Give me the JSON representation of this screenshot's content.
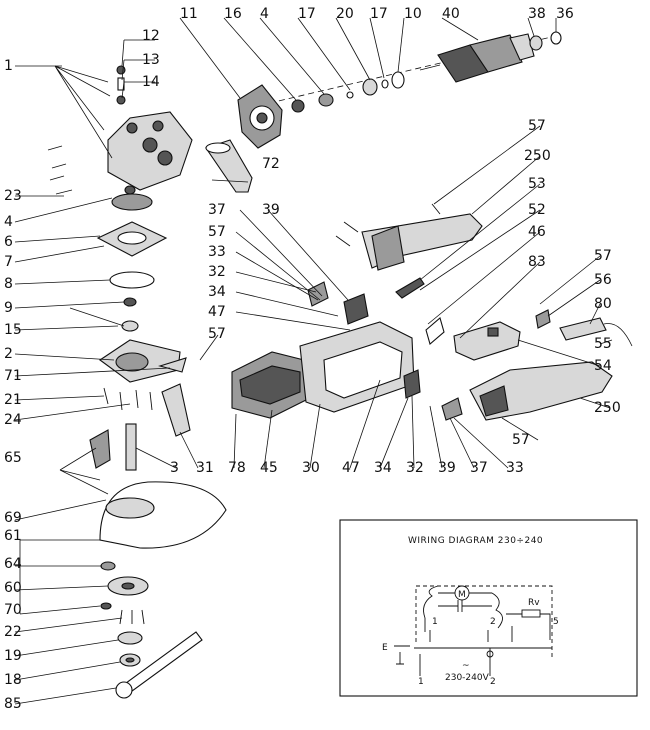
{
  "callouts": [
    {
      "id": "c-11",
      "text": "11"
    },
    {
      "id": "c-16",
      "text": "16"
    },
    {
      "id": "c-4-top",
      "text": "4"
    },
    {
      "id": "c-17a",
      "text": "17"
    },
    {
      "id": "c-20",
      "text": "20"
    },
    {
      "id": "c-17b",
      "text": "17"
    },
    {
      "id": "c-10",
      "text": "10"
    },
    {
      "id": "c-40",
      "text": "40"
    },
    {
      "id": "c-38",
      "text": "38"
    },
    {
      "id": "c-36",
      "text": "36"
    },
    {
      "id": "c-12",
      "text": "12"
    },
    {
      "id": "c-13",
      "text": "13"
    },
    {
      "id": "c-14",
      "text": "14"
    },
    {
      "id": "c-1",
      "text": "1"
    },
    {
      "id": "c-57a",
      "text": "57"
    },
    {
      "id": "c-250a",
      "text": "250"
    },
    {
      "id": "c-72",
      "text": "72"
    },
    {
      "id": "c-53",
      "text": "53"
    },
    {
      "id": "c-23",
      "text": "23"
    },
    {
      "id": "c-52",
      "text": "52"
    },
    {
      "id": "c-4-left",
      "text": "4"
    },
    {
      "id": "c-37a",
      "text": "37"
    },
    {
      "id": "c-39a",
      "text": "39"
    },
    {
      "id": "c-6",
      "text": "6"
    },
    {
      "id": "c-57b",
      "text": "57"
    },
    {
      "id": "c-46",
      "text": "46"
    },
    {
      "id": "c-7",
      "text": "7"
    },
    {
      "id": "c-33a",
      "text": "33"
    },
    {
      "id": "c-83",
      "text": "83"
    },
    {
      "id": "c-32a",
      "text": "32"
    },
    {
      "id": "c-57c",
      "text": "57"
    },
    {
      "id": "c-8",
      "text": "8"
    },
    {
      "id": "c-34a",
      "text": "34"
    },
    {
      "id": "c-56",
      "text": "56"
    },
    {
      "id": "c-9",
      "text": "9"
    },
    {
      "id": "c-47a",
      "text": "47"
    },
    {
      "id": "c-80",
      "text": "80"
    },
    {
      "id": "c-15",
      "text": "15"
    },
    {
      "id": "c-57d",
      "text": "57"
    },
    {
      "id": "c-55",
      "text": "55"
    },
    {
      "id": "c-2",
      "text": "2"
    },
    {
      "id": "c-54",
      "text": "54"
    },
    {
      "id": "c-71",
      "text": "71"
    },
    {
      "id": "c-21",
      "text": "21"
    },
    {
      "id": "c-250b",
      "text": "250"
    },
    {
      "id": "c-24",
      "text": "24"
    },
    {
      "id": "c-57e",
      "text": "57"
    },
    {
      "id": "c-65",
      "text": "65"
    },
    {
      "id": "c-3",
      "text": "3"
    },
    {
      "id": "c-31",
      "text": "31"
    },
    {
      "id": "c-78",
      "text": "78"
    },
    {
      "id": "c-45",
      "text": "45"
    },
    {
      "id": "c-30",
      "text": "30"
    },
    {
      "id": "c-47b",
      "text": "47"
    },
    {
      "id": "c-34b",
      "text": "34"
    },
    {
      "id": "c-32b",
      "text": "32"
    },
    {
      "id": "c-39b",
      "text": "39"
    },
    {
      "id": "c-37b",
      "text": "37"
    },
    {
      "id": "c-33b",
      "text": "33"
    },
    {
      "id": "c-69",
      "text": "69"
    },
    {
      "id": "c-61",
      "text": "61"
    },
    {
      "id": "c-64",
      "text": "64"
    },
    {
      "id": "c-60",
      "text": "60"
    },
    {
      "id": "c-70",
      "text": "70"
    },
    {
      "id": "c-22",
      "text": "22"
    },
    {
      "id": "c-19",
      "text": "19"
    },
    {
      "id": "c-18",
      "text": "18"
    },
    {
      "id": "c-85",
      "text": "85"
    }
  ],
  "wiring": {
    "title": "WIRING DIAGRAM 230÷240",
    "motor": "M",
    "rv": "Rv",
    "t1": "1",
    "t2": "2",
    "t5": "5",
    "e": "E",
    "l1": "1",
    "l2": "2",
    "voltage_sym": "~",
    "voltage": "230-240V"
  }
}
